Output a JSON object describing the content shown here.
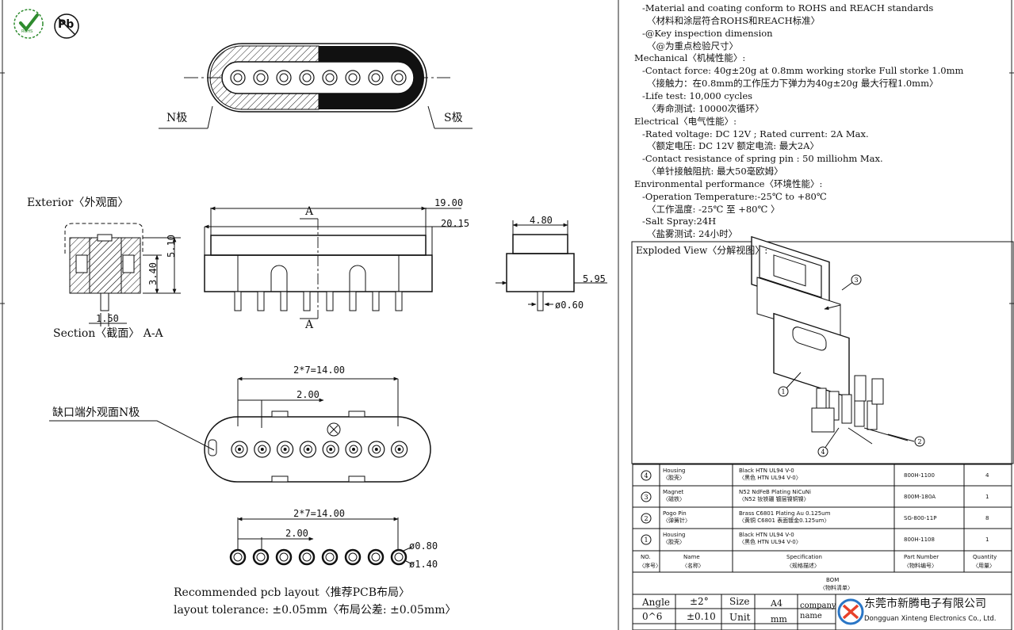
{
  "badges": {
    "rohs": "ROHS",
    "pb": "Pb"
  },
  "specs": [
    "-Material and coating conform to ROHS and REACH standards",
    "〈材料和涂层符合ROHS和REACH标准〉",
    "-@Key inspection dimension",
    "〈@为重点检验尺寸〉",
    "Mechanical〈机械性能〉:",
    "-Contact force: 40g±20g at 0.8mm working storke Full storke 1.0mm",
    "〈接触力：在0.8mm的工作压力下弹力为40g±20g  最大行程1.0mm〉",
    "-Life test: 10,000 cycles",
    "〈寿命测试: 10000次循环〉",
    "Electrical〈电气性能〉:",
    "-Rated voltage: DC 12V ; Rated current: 2A Max.",
    "〈额定电压: DC 12V 额定电流: 最大2A〉",
    "-Contact resistance of spring pin : 50 milliohm Max.",
    "〈单针接触阻抗: 最大50毫欧姆〉",
    "Environmental performance〈环境性能〉:",
    "-Operation Temperature:-25℃ to +80℃",
    "〈工作温度: -25℃ 至 +80℃ 〉",
    "-Salt Spray:24H",
    "〈盐雾测试: 24小时〉"
  ],
  "labels": {
    "n_pole": "N极",
    "s_pole": "S极",
    "exterior": "Exterior〈外观面〉",
    "section": "Section〈截面〉  A-A",
    "notch_view": "缺口端外观面N极",
    "cut_a_top": "A",
    "cut_a_bottom": "A",
    "pcb_layout": "Recommended pcb layout〈推荐PCB布局〉",
    "tolerance": "layout tolerance: ±0.05mm〈布局公差: ±0.05mm〉",
    "exploded": "Exploded View〈分解视图〉:"
  },
  "dims": {
    "d19": "19.00",
    "d2015": "20.15",
    "d480": "4.80",
    "d595": "5.95",
    "d060": "ø0.60",
    "d510": "5.10",
    "d340": "3.40",
    "d150": "1.50",
    "pitch_total": "2*7=14.00",
    "pitch": "2.00",
    "pcb_pitch_total": "2*7=14.00",
    "pcb_pitch": "2.00",
    "pad_hole": "ø0.80",
    "pad_outer": "ø1.40"
  },
  "balloons": [
    "1",
    "2",
    "3",
    "4"
  ],
  "bom": {
    "rows": [
      {
        "no": "4",
        "name": "Housing",
        "name_cn": "〈胶壳〉",
        "spec": "Black HTN UL94 V-0",
        "spec_cn": "〈黑色 HTN UL94 V-0〉",
        "part": "800H-1100",
        "qty": "4"
      },
      {
        "no": "3",
        "name": "Magnet",
        "name_cn": "〈磁铁〉",
        "spec": "N52 NdFeB Plating NiCuNi",
        "spec_cn": "〈N52 钕铁硼 镀层镍铜镍〉",
        "part": "800M-180A",
        "qty": "1"
      },
      {
        "no": "2",
        "name": "Pogo Pin",
        "name_cn": "〈弹簧针〉",
        "spec": "Brass C6801 Plating  Au 0.125um",
        "spec_cn": "〈黄铜 C6801 表面镀金0.125um〉",
        "part": "SG-800-11P",
        "qty": "8"
      },
      {
        "no": "1",
        "name": "Housing",
        "name_cn": "〈胶壳〉",
        "spec": "Black HTN UL94 V-0",
        "spec_cn": "〈黑色 HTN UL94 V-0〉",
        "part": "800H-1108",
        "qty": "1"
      }
    ],
    "headers": {
      "no": "NO.",
      "no_cn": "〈序号〉",
      "name": "Name",
      "name_cn": "〈名称〉",
      "spec": "Specification",
      "spec_cn": "〈规格描述〉",
      "part": "Part Number",
      "part_cn": "〈物料编号〉",
      "qty": "Quantity",
      "qty_cn": "〈用量〉"
    },
    "title": "BOM",
    "title_cn": "〈物料清单〉"
  },
  "title_block": {
    "angle_label": "Angle",
    "angle_val": "±2°",
    "range_label": "0^6",
    "range_val": "±0.10",
    "size_label": "Size",
    "size_val": "A4",
    "unit_label": "Unit",
    "unit_val": "mm",
    "company_label": "company name",
    "company_cn": "东莞市新腾电子有限公司",
    "company_en": "Dongguan Xinteng Electronics Co., Ltd."
  }
}
